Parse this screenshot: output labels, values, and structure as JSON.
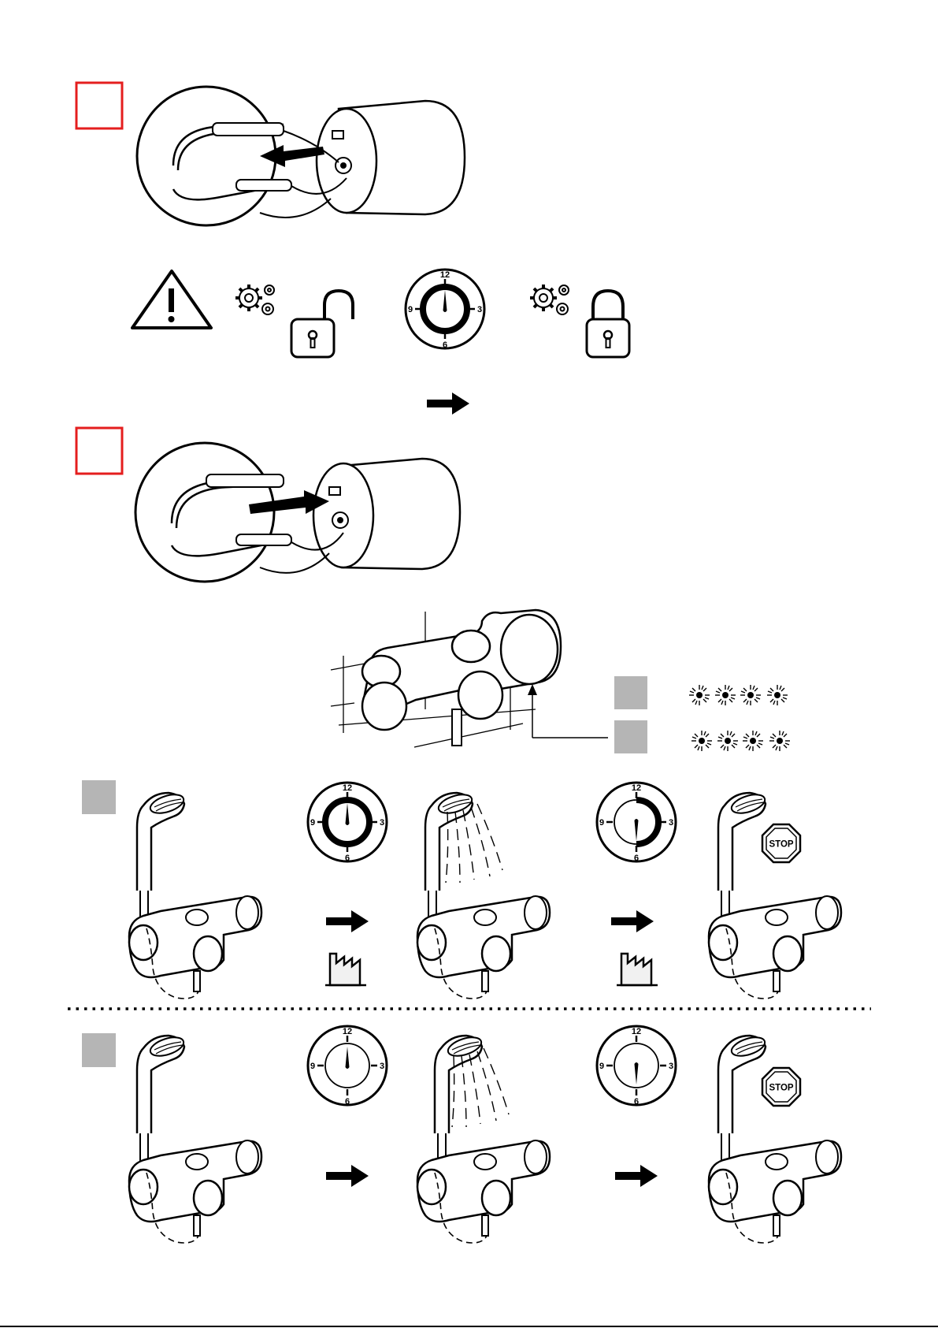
{
  "colors": {
    "ink": "#000000",
    "marker_red": "#e41e1e",
    "marker_gray": "#b5b5b5",
    "paper": "#ffffff"
  },
  "icons": [
    "warning-icon",
    "gears-icon",
    "padlock-open-icon",
    "padlock-closed-icon",
    "clock-dial-icon",
    "arrow-right-icon",
    "factory-icon",
    "stop-sign-icon",
    "led-blink-icon",
    "shower-head-icon",
    "mixer-valve-icon"
  ],
  "dial": {
    "n12": "12",
    "n3": "3",
    "n6": "6",
    "n9": "9"
  },
  "stop_sign": {
    "label": "STOP"
  }
}
